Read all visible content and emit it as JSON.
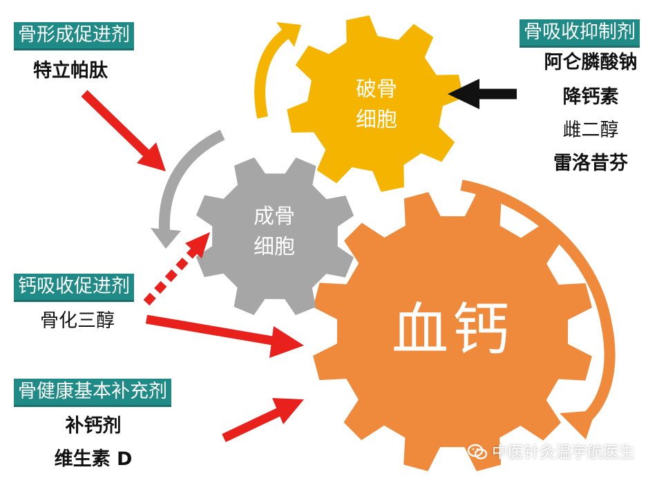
{
  "gears": {
    "osteoclast": {
      "label_line1": "破骨",
      "label_line2": "细胞",
      "color": "#f5b400"
    },
    "osteoblast": {
      "label_line1": "成骨",
      "label_line2": "细胞",
      "color": "#a6a6a6"
    },
    "blood_calcium": {
      "label": "血钙",
      "color": "#ef8a3c"
    }
  },
  "groups": {
    "bone_formation": {
      "title": "骨形成促进剂",
      "drugs": [
        "特立帕肽"
      ]
    },
    "bone_resorption": {
      "title": "骨吸收抑制剂",
      "drugs": [
        "阿仑膦酸钠",
        "降钙素",
        "雌二醇",
        "雷洛昔芬"
      ]
    },
    "calcium_absorption": {
      "title": "钙吸收促进剂",
      "drugs": [
        "骨化三醇"
      ]
    },
    "bone_health": {
      "title": "骨健康基本补充剂",
      "drugs": [
        "补钙剂",
        "维生素 D"
      ]
    }
  },
  "colors": {
    "tag_bg": "#1f8a86",
    "arrow_red": "#e8211c",
    "arrow_black": "#111111"
  },
  "watermark": {
    "icon": "wechat-icon",
    "text": "中医针灸温宇航医生"
  }
}
